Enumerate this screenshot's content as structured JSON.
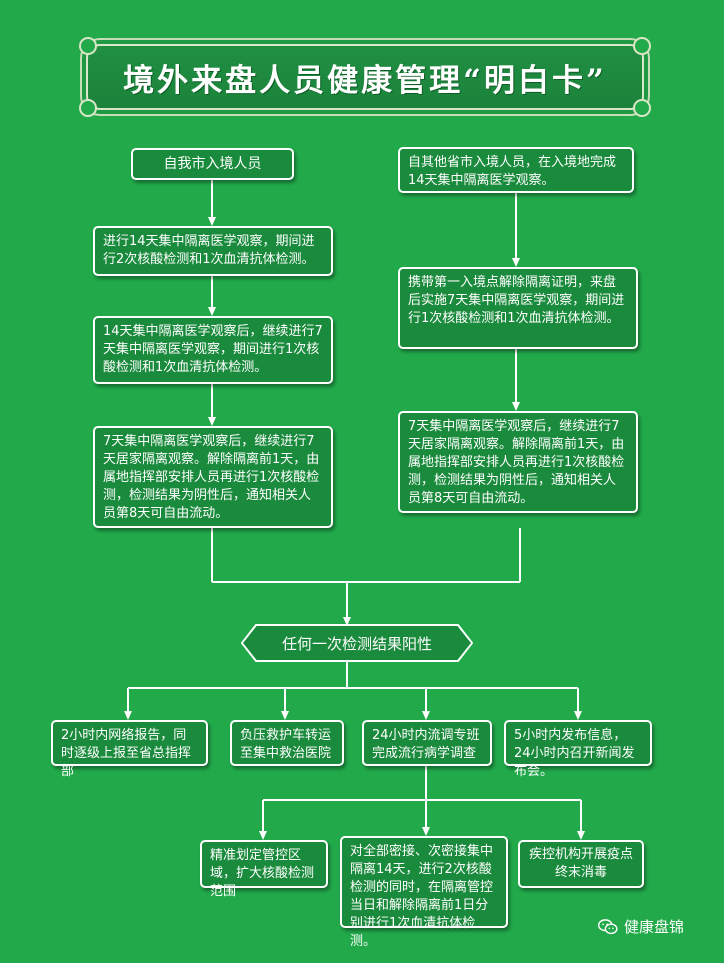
{
  "title": "境外来盘人员健康管理“明白卡”",
  "left_column": {
    "start": "自我市入境人员",
    "step1": "进行14天集中隔离医学观察，期间进行2次核酸检测和1次血清抗体检测。",
    "step2": "14天集中隔离医学观察后，继续进行7天集中隔离医学观察，期间进行1次核酸检测和1次血清抗体检测。",
    "step3": "7天集中隔离医学观察后，继续进行7天居家隔离观察。解除隔离前1天，由属地指挥部安排人员再进行1次核酸检测，检测结果为阴性后，通知相关人员第8天可自由流动。"
  },
  "right_column": {
    "start": "自其他省市入境人员，在入境地完成14天集中隔离医学观察。",
    "step1": "携带第一入境点解除隔离证明，来盘后实施7天集中隔离医学观察，期间进行1次核酸检测和1次血清抗体检测。",
    "step2": "7天集中隔离医学观察后，继续进行7天居家隔离观察。解除隔离前1天，由属地指挥部安排人员再进行1次核酸检测，检测结果为阴性后，通知相关人员第8天可自由流动。"
  },
  "decision": "任何一次检测结果阳性",
  "actions": [
    "2小时内网络报告，同时逐级上报至省总指挥部",
    "负压救护车转运至集中救治医院",
    "24小时内流调专班完成流行病学调查",
    "5小时内发布信息，24小时内召开新闻发布会。"
  ],
  "sub_actions": [
    "精准划定管控区域，扩大核酸检测范围",
    "对全部密接、次密接集中隔离14天，进行2次核酸检测的同时，在隔离管控当日和解除隔离前1日分别进行1次血清抗体检测。",
    "疾控机构开展疫点终末消毒"
  ],
  "watermark": "健康盘锦",
  "colors": {
    "background": "#21a94a",
    "box_fill": "#1a8a3c",
    "line": "#ffffff"
  }
}
